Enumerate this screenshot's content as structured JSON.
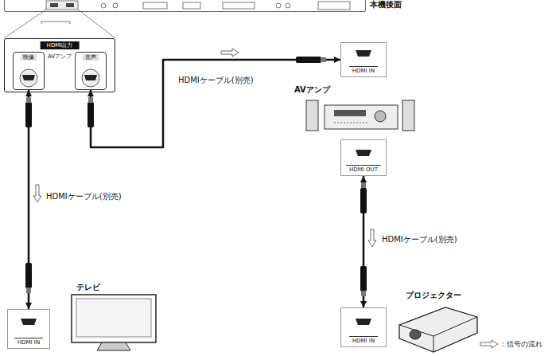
{
  "diagram": {
    "nodes": [
      {
        "text": [
          "本機後面"
        ]
      },
      {
        "text": [
          "HDMI出力",
          "AVアンプ"
        ]
      },
      {
        "text": [
          "映像"
        ],
        "in": 1
      },
      {
        "text": [
          "音声"
        ],
        "in": 1
      },
      {
        "text": [
          "HDMI IN"
        ]
      },
      {
        "text": [
          "HDMI IN"
        ]
      },
      {
        "text": [
          "HDMI OUT"
        ]
      },
      {
        "text": [
          "HDMI IN"
        ]
      }
    ],
    "edges": [
      {
        "from": 2,
        "to": 4,
        "arrow": "both",
        "label": "HDMIケーブル(別売)"
      },
      {
        "from": 3,
        "to": 5,
        "arrow": "both",
        "label": "HDMIケーブル(別売)"
      },
      {
        "from": 6,
        "to": 7,
        "arrow": "both",
        "label": "HDMIケーブル(別売)"
      }
    ],
    "labels": [
      "テレビ",
      "AVアンプ",
      "プロジェクター"
    ],
    "legend": [
      {
        "text": "：信号の流れ"
      }
    ]
  }
}
